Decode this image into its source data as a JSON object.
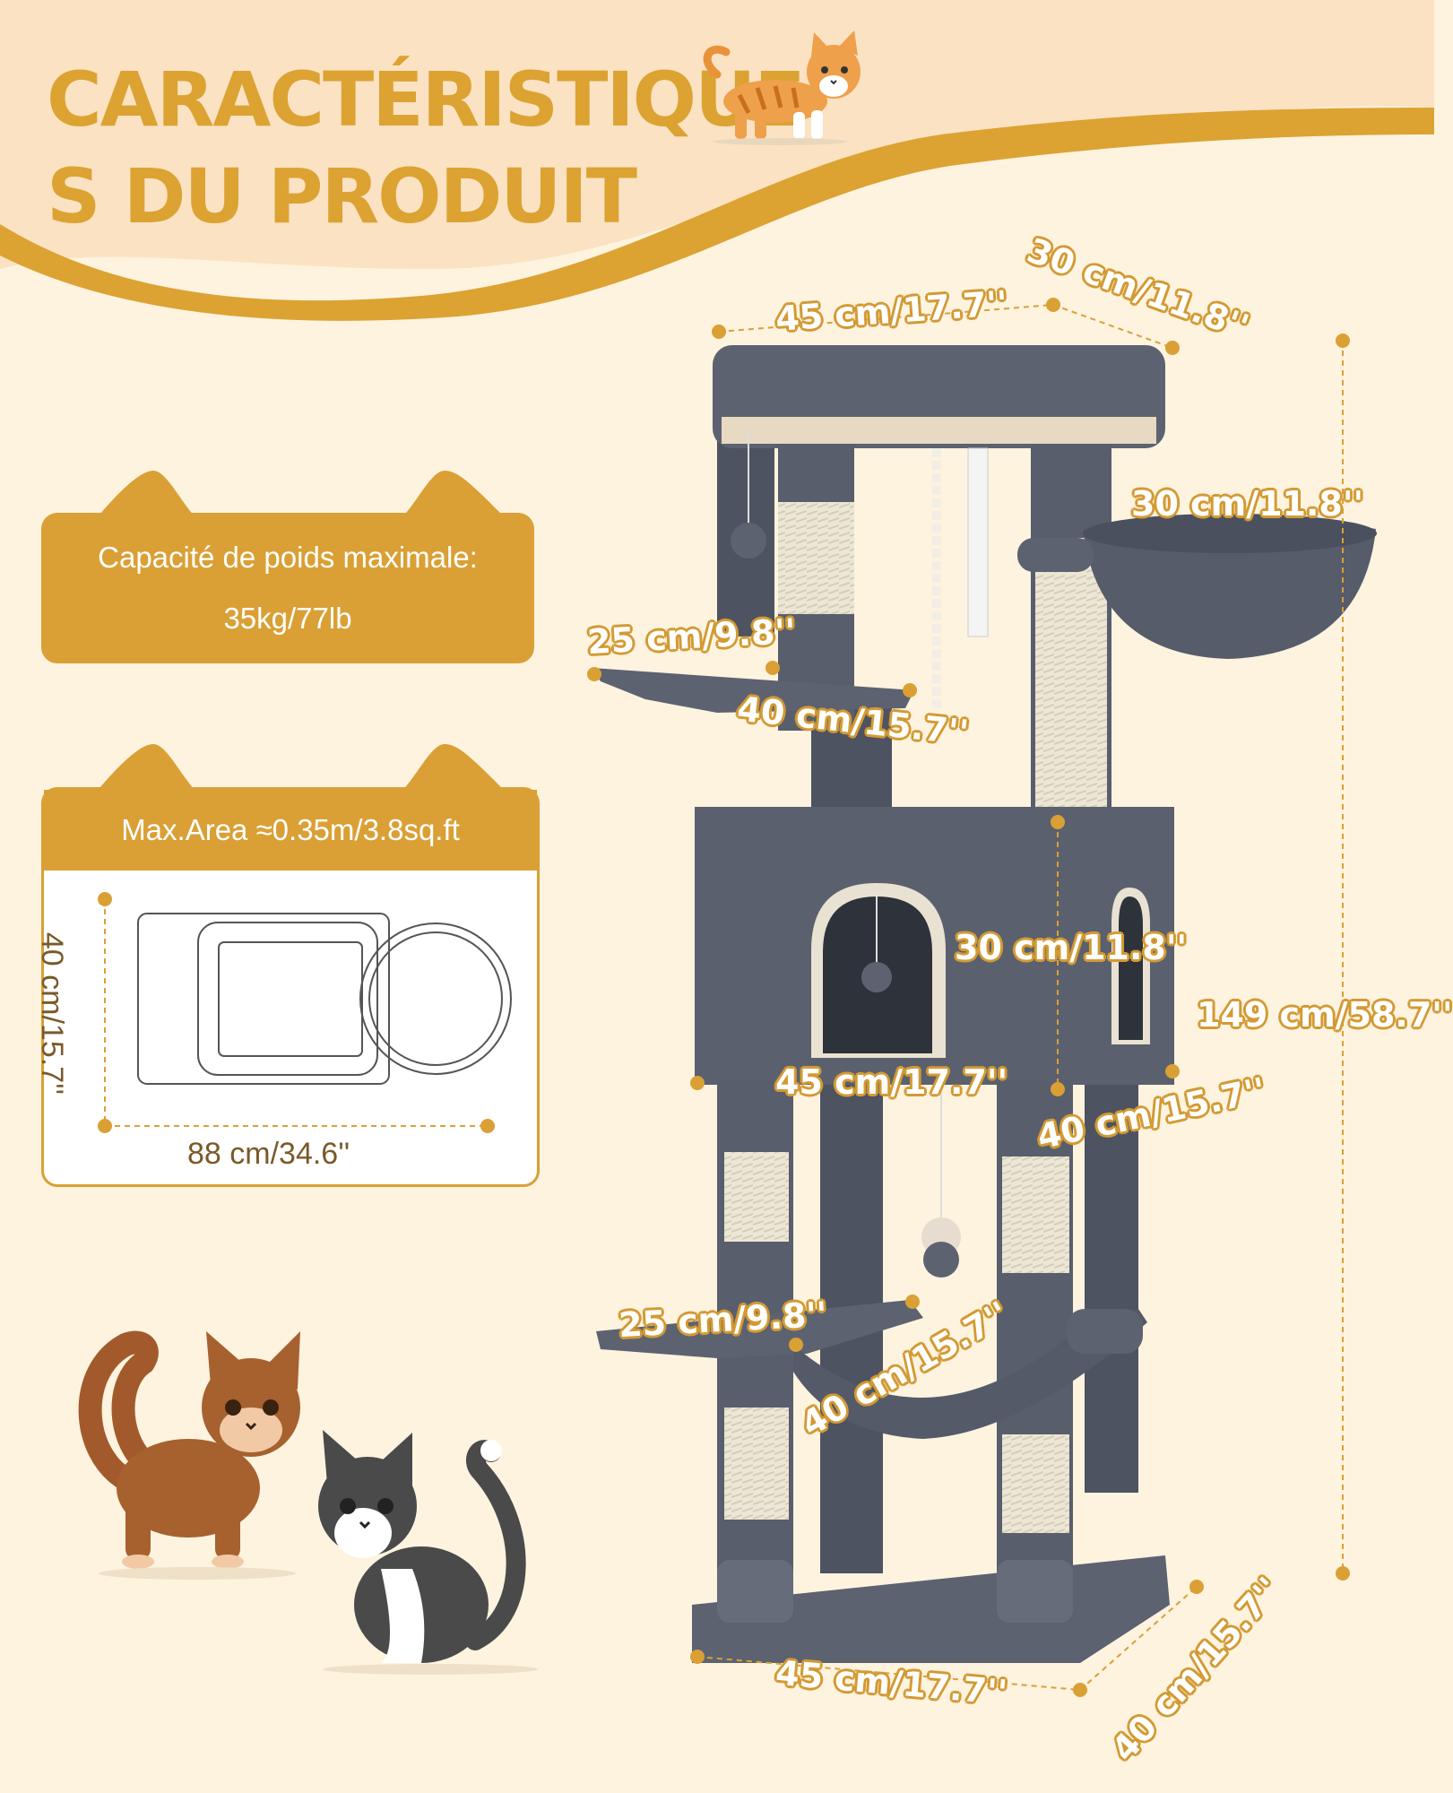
{
  "header": {
    "title_line1": "CARACTÉRISTIQUE",
    "title_line2": "S DU PRODUIT"
  },
  "specs": {
    "weight_label": "Capacité de poids maximale:",
    "weight_value": "35kg/77lb",
    "area_label": "Max.Area ≈0.35m/3.8sq.ft",
    "area_depth": "40 cm/15.7''",
    "area_width": "88 cm/34.6''"
  },
  "dimensions": {
    "top_width": "45 cm/17.7''",
    "top_depth": "30 cm/11.8''",
    "basket_width": "30 cm/11.8''",
    "upper_platform_width": "25 cm/9.8''",
    "upper_platform_length": "40 cm/15.7''",
    "condo_height": "30 cm/11.8''",
    "condo_width": "45 cm/17.7''",
    "condo_depth": "40 cm/15.7''",
    "total_height": "149 cm/58.7''",
    "lower_platform_width": "25 cm/9.8''",
    "lower_platform_length": "40 cm/15.7''",
    "base_width": "45 cm/17.7''",
    "base_depth": "40 cm/15.7''"
  },
  "colors": {
    "accent": "#daa035",
    "background": "#fdf3df",
    "plush_gray": "#555b69",
    "sisal": "#e8e2d3"
  },
  "icons": [
    "orange-cat-icon",
    "brown-cat-icon",
    "tuxedo-cat-icon",
    "cat-tree-image"
  ]
}
